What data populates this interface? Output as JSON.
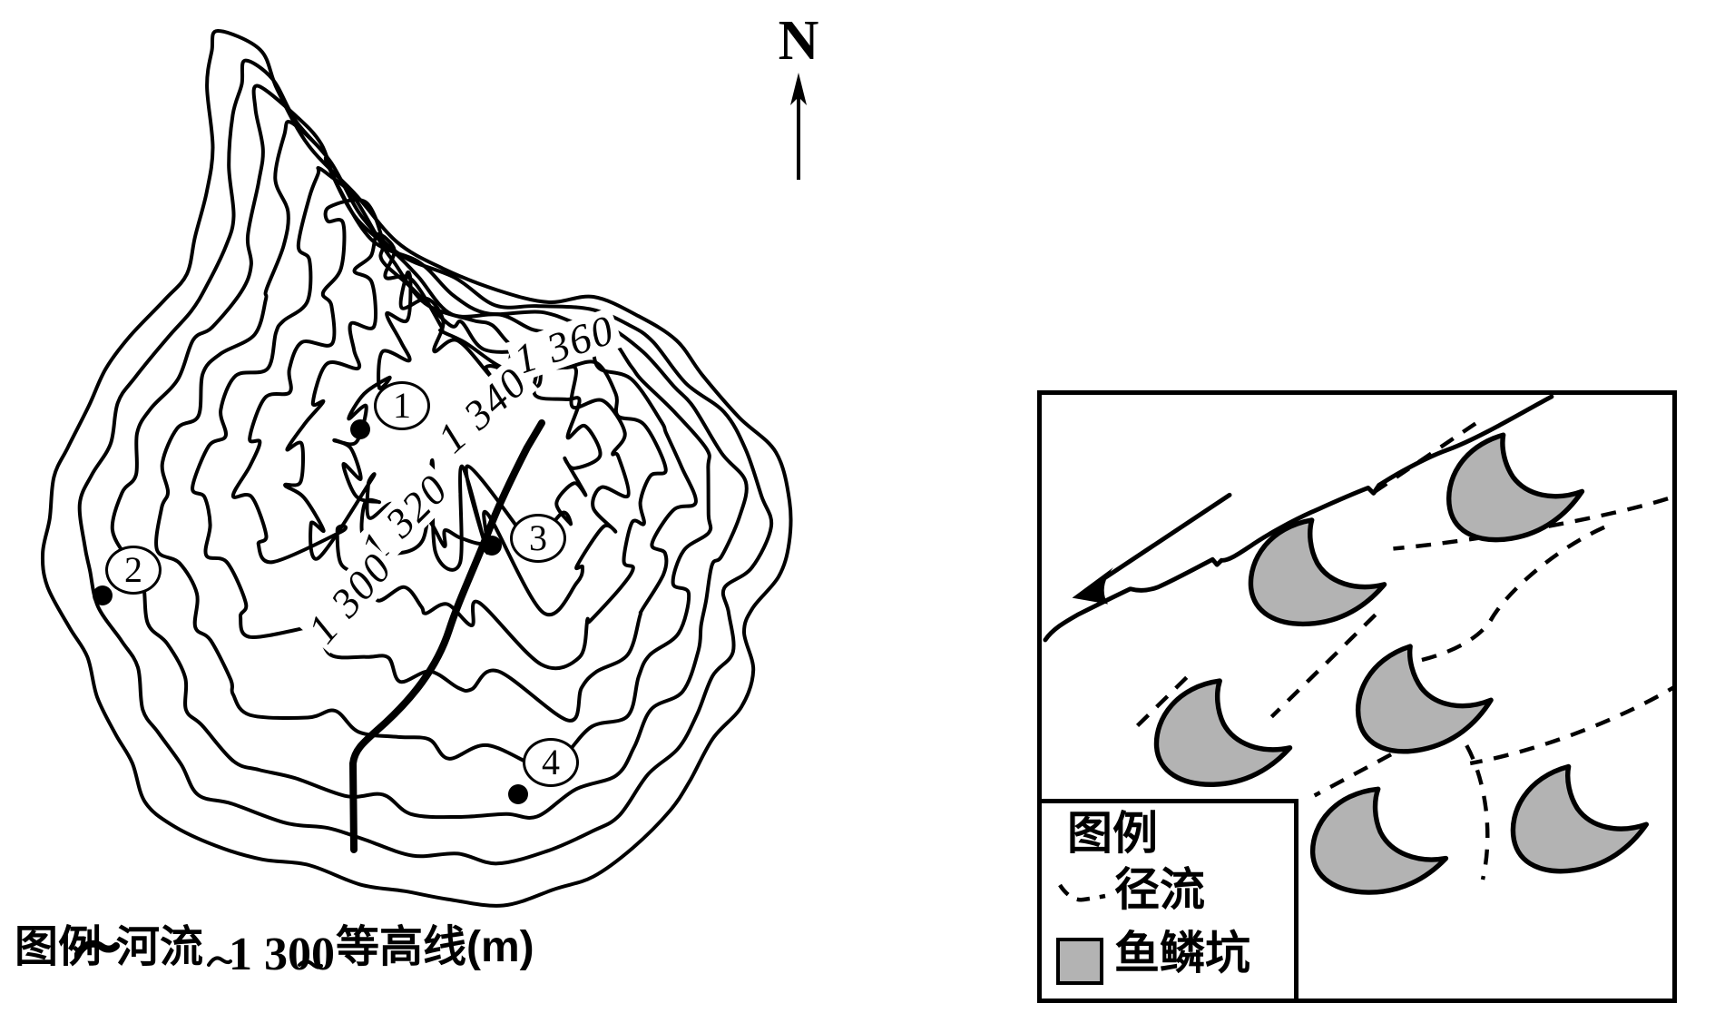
{
  "compass": {
    "label": "N"
  },
  "contour_map": {
    "labels": [
      {
        "text": "1 360"
      },
      {
        "text": "1 340"
      },
      {
        "text": "1 320"
      },
      {
        "text": "1 300"
      }
    ],
    "points": [
      {
        "label": "1"
      },
      {
        "label": "2"
      },
      {
        "label": "3"
      },
      {
        "label": "4"
      }
    ]
  },
  "map_legend": {
    "title": "图例",
    "river_label": "河流",
    "contour_sample_value": "1 300",
    "contour_label": "等高线(m)"
  },
  "inset": {
    "legend_title": "图例",
    "runoff_label": "径流",
    "pit_label": "鱼鳞坑",
    "pit_fill": "#b3b3b3",
    "pit_count": 6
  }
}
